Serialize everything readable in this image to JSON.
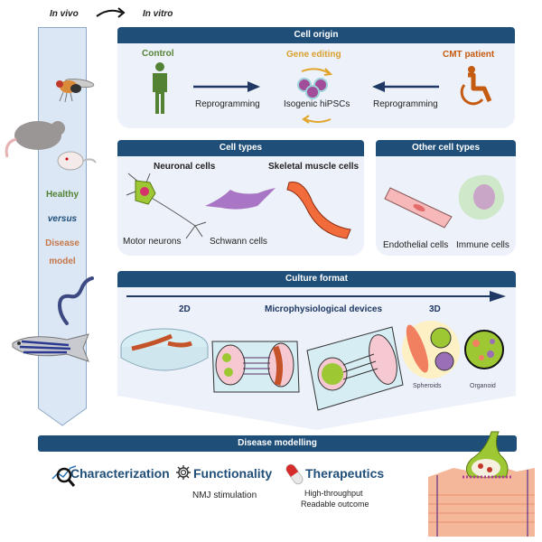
{
  "top": {
    "in_vivo": "In vivo",
    "in_vitro": "In vitro"
  },
  "sidebar": {
    "healthy": "Healthy",
    "versus": "versus",
    "disease": "Disease",
    "model": "model",
    "colors": {
      "healthy": "#548235",
      "versus": "#1f4e79",
      "disease": "#c5774a"
    }
  },
  "cell_origin": {
    "title": "Cell origin",
    "control": "Control",
    "gene_editing": "Gene editing",
    "cmt_patient": "CMT patient",
    "reprogramming_left": "Reprogramming",
    "reprogramming_right": "Reprogramming",
    "isogenic": "Isogenic hiPSCs",
    "colors": {
      "control": "#548235",
      "gene_editing": "#d8a030",
      "cmt_patient": "#c55a11"
    }
  },
  "cell_types": {
    "title": "Cell types",
    "neuronal": "Neuronal cells",
    "skeletal": "Skeletal muscle cells",
    "motor": "Motor neurons",
    "schwann": "Schwann cells"
  },
  "other_cell_types": {
    "title": "Other cell types",
    "endothelial": "Endothelial cells",
    "immune": "Immune cells"
  },
  "culture_format": {
    "title": "Culture format",
    "d2": "2D",
    "mps": "Microphysiological devices",
    "d3": "3D",
    "spheroids": "Spheroids",
    "organoid": "Organoid"
  },
  "disease_modelling": {
    "title": "Disease modelling",
    "characterization": "Characterization",
    "functionality": "Functionality",
    "functionality_sub": "NMJ stimulation",
    "therapeutics": "Therapeutics",
    "therapeutics_sub1": "High-throughput",
    "therapeutics_sub2": "Readable outcome"
  },
  "theme": {
    "header": "#1f4e79",
    "panel": "#edf1f9",
    "column": "#dbe7f5"
  }
}
